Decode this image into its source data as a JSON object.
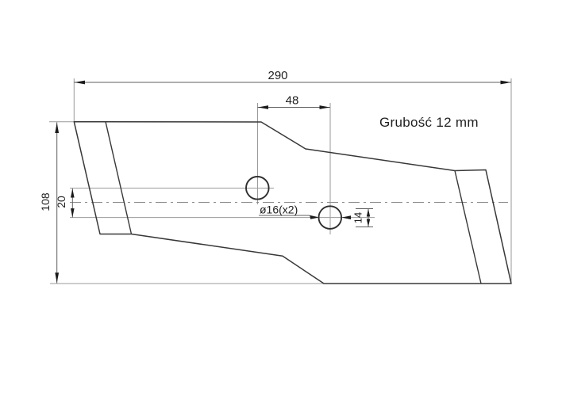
{
  "drawing": {
    "title_note": "Grubość 12 mm",
    "colors": {
      "background": "#ffffff",
      "outline": "#383838",
      "dimension_lines": "#5f5f5f",
      "extension_lines": "#9a9a9a",
      "text": "#1f1f1f"
    },
    "dimensions": {
      "overall_length": "290",
      "hole_spacing_horizontal": "48",
      "overall_width": "108",
      "hole_vertical_offset": "20",
      "lower_hole_offset": "14",
      "hole_diameter": "ø16(x2)"
    }
  }
}
